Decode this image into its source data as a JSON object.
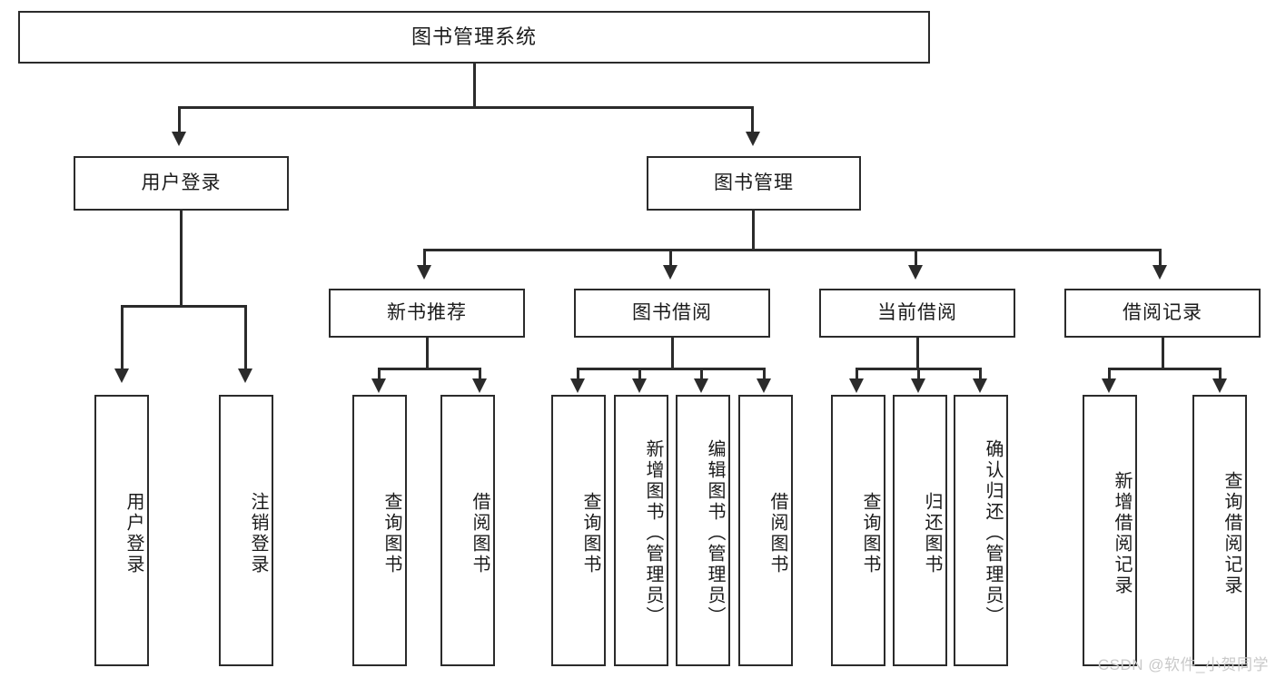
{
  "diagram": {
    "title": "图书管理系统",
    "watermark": "CSDN @软件_小贺同学",
    "colors": {
      "stroke": "#2b2b2b",
      "fill": "#ffffff",
      "text": "#1b1b1b",
      "watermark": "#c9c9c9"
    },
    "root": {
      "label": "图书管理系统"
    },
    "level2": [
      {
        "label": "用户登录"
      },
      {
        "label": "图书管理"
      }
    ],
    "level3": [
      {
        "label": "新书推荐"
      },
      {
        "label": "图书借阅"
      },
      {
        "label": "当前借阅"
      },
      {
        "label": "借阅记录"
      }
    ],
    "leaves": {
      "user_login": [
        {
          "label": "用户登录"
        },
        {
          "label": "注销登录"
        }
      ],
      "new_book_recommend": [
        {
          "label": "查询图书"
        },
        {
          "label": "借阅图书"
        }
      ],
      "book_borrow": [
        {
          "label": "查询图书"
        },
        {
          "label": "新增图书（管理员）"
        },
        {
          "label": "编辑图书（管理员）"
        },
        {
          "label": "借阅图书"
        }
      ],
      "current_borrow": [
        {
          "label": "查询图书"
        },
        {
          "label": "归还图书"
        },
        {
          "label": "确认归还（管理员）"
        }
      ],
      "borrow_record": [
        {
          "label": "新增借阅记录"
        },
        {
          "label": "查询借阅记录"
        }
      ]
    }
  }
}
